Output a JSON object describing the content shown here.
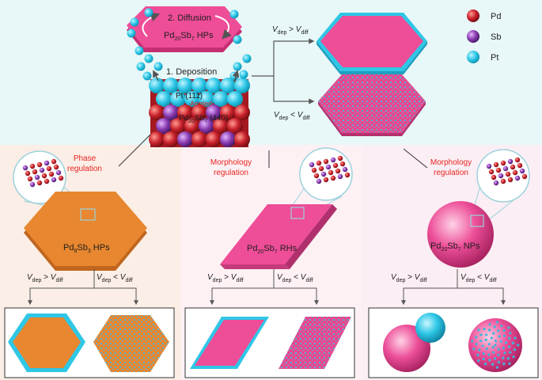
{
  "top": {
    "step1": "1. Deposition",
    "step2": "2. Diffusion",
    "plate_label": {
      "base": "Pd",
      "sub1": "20",
      "mid": "Sb",
      "sub2": "7",
      "tail": " HPs"
    },
    "substrate_label_top": "Pt (111)",
    "angled": "Angled",
    "substrate_label_bottom": {
      "base": "Pd",
      "sub1": "20",
      "mid": "Sb",
      "sub2": "7",
      "tail": " (440)"
    },
    "branch_upper": {
      "a": "V",
      "asub": "dep",
      "op": " > ",
      "b": "V",
      "bsub": "diff"
    },
    "branch_lower": {
      "a": "V",
      "asub": "dep",
      "op": " < ",
      "b": "V",
      "bsub": "diff"
    }
  },
  "legend": [
    {
      "label": "Pd",
      "color": "#c8202a"
    },
    {
      "label": "Sb",
      "color": "#8a3bb0"
    },
    {
      "label": "Pt",
      "color": "#2ec7e6"
    }
  ],
  "panels": [
    {
      "title_line1": "Phase",
      "title_line2": "regulation",
      "shape_label": {
        "base": "Pd",
        "sub1": "8",
        "mid": "Sb",
        "sub2": "3",
        "tail": " HPs"
      },
      "split_left": {
        "a": "V",
        "asub": "dep",
        "op": " > ",
        "b": "V",
        "bsub": "diff"
      },
      "split_right": {
        "a": "V",
        "asub": "dep",
        "op": " < ",
        "b": "V",
        "bsub": "diff"
      },
      "color": "#e8872f"
    },
    {
      "title_line1": "Morphology",
      "title_line2": "regulation",
      "shape_label": {
        "base": "Pd",
        "sub1": "20",
        "mid": "Sb",
        "sub2": "7",
        "tail": " RHs"
      },
      "split_left": {
        "a": "V",
        "asub": "dep",
        "op": " > ",
        "b": "V",
        "bsub": "diff"
      },
      "split_right": {
        "a": "V",
        "asub": "dep",
        "op": " < ",
        "b": "V",
        "bsub": "diff"
      },
      "color": "#ea4f9c"
    },
    {
      "title_line1": "Morphology",
      "title_line2": "regulation",
      "shape_label": {
        "base": "Pd",
        "sub1": "20",
        "mid": "Sb",
        "sub2": "7",
        "tail": " NPs"
      },
      "split_left": {
        "a": "V",
        "asub": "dep",
        "op": " > ",
        "b": "V",
        "bsub": "diff"
      },
      "split_right": {
        "a": "V",
        "asub": "dep",
        "op": " < ",
        "b": "V",
        "bsub": "diff"
      },
      "color": "#ea4f9c"
    }
  ],
  "colors": {
    "top_bg": "#e8f7f7",
    "left_bg": "#fbeee6",
    "mid_bg": "#fcf0f3",
    "right_bg": "#fbeff4",
    "pt": "#2ec7e6",
    "pink": "#e8488f",
    "orange": "#e8872f"
  }
}
